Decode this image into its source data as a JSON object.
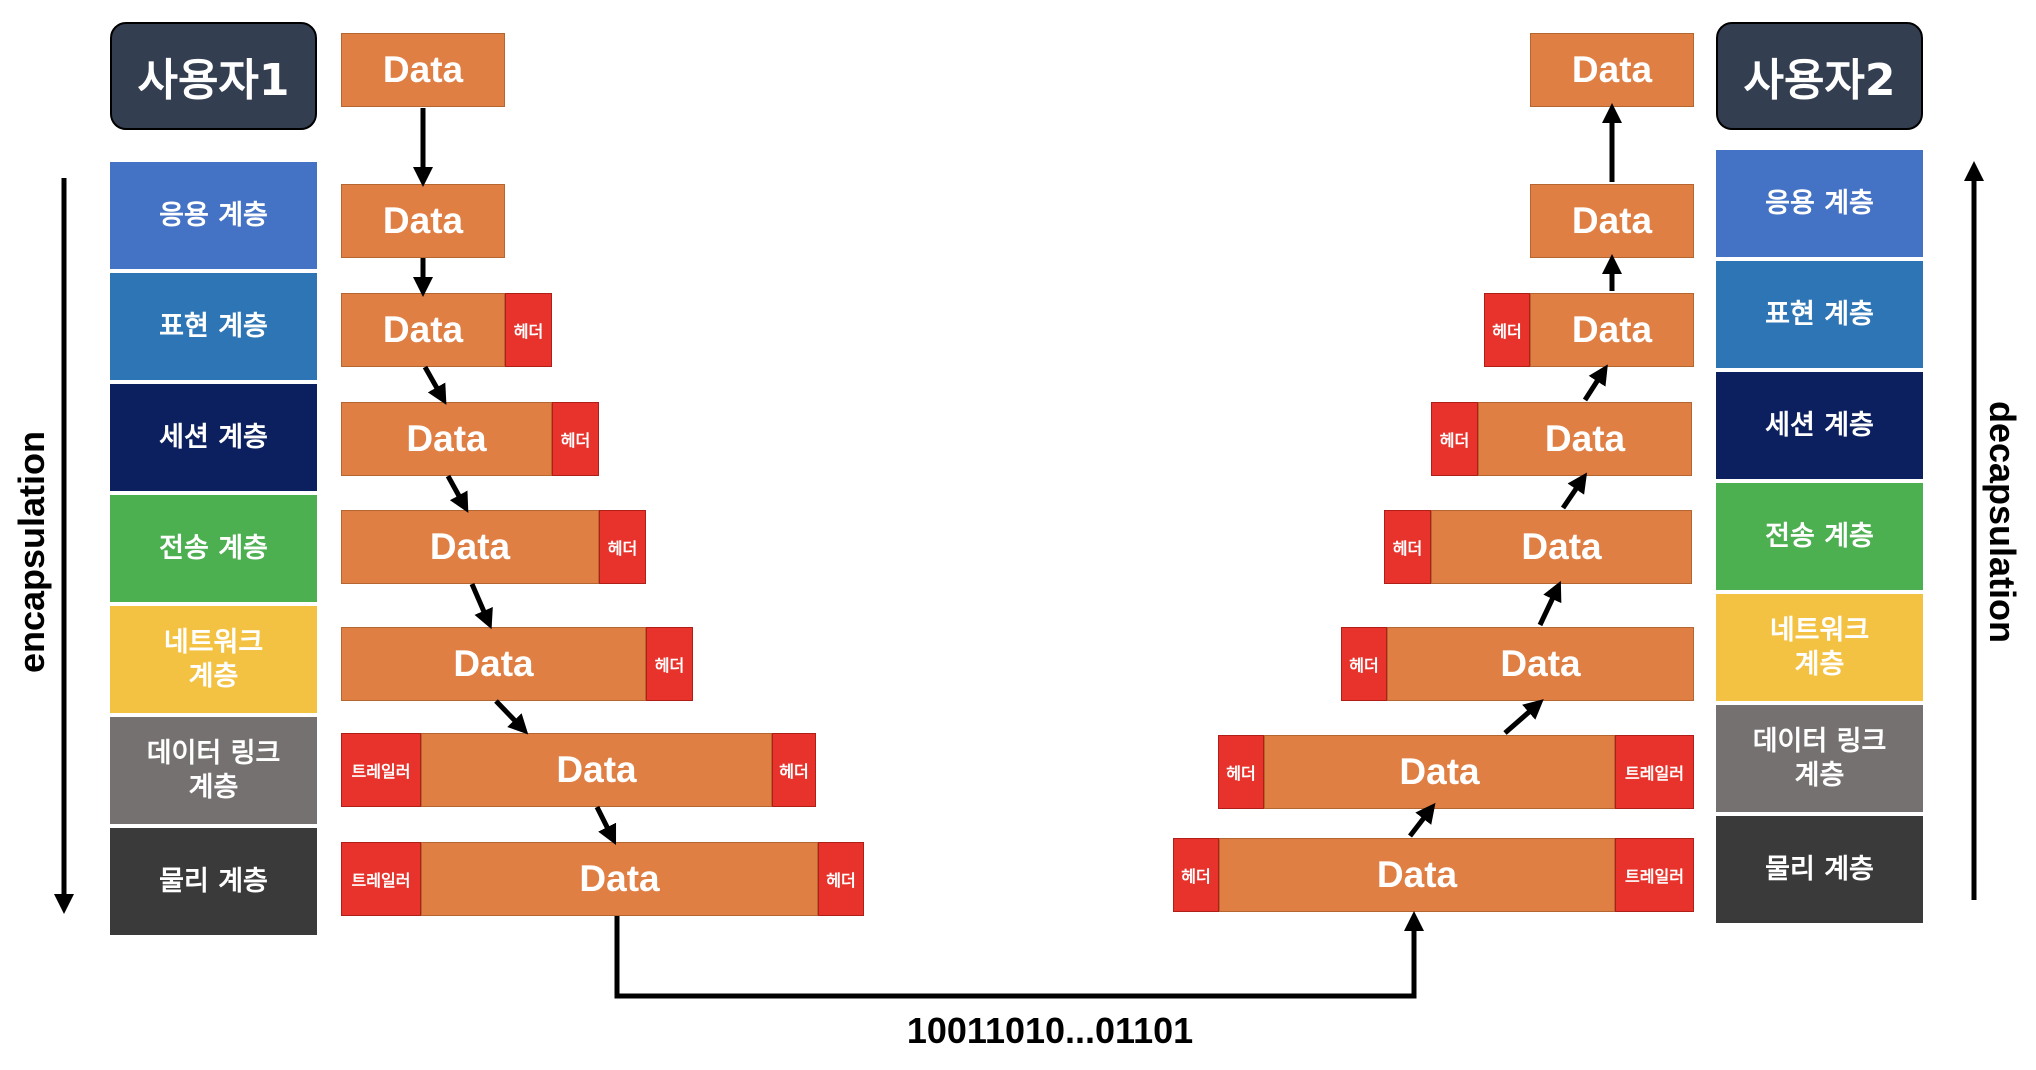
{
  "users": {
    "left": "사용자1",
    "right": "사용자2"
  },
  "layers": [
    {
      "label": "응용 계층",
      "color": "#4472c4"
    },
    {
      "label": "표현 계층",
      "color": "#2e75b6"
    },
    {
      "label": "세션 계층",
      "color": "#0c2060"
    },
    {
      "label": "전송 계층",
      "color": "#4caf50"
    },
    {
      "label": "네트워크 계층",
      "color": "#f4c242"
    },
    {
      "label": "데이터 링크 계층",
      "color": "#767171"
    },
    {
      "label": "물리 계층",
      "color": "#3a3a3a"
    }
  ],
  "labels": {
    "data": "Data",
    "header": "헤더",
    "trailer": "트레일러",
    "encapsulation": "encapsulation",
    "decapsulation": "decapsulation",
    "bitstream": "10011010...01101"
  },
  "colors": {
    "data": "#e07f44",
    "header": "#e8332c",
    "user_box": "#333f50"
  }
}
